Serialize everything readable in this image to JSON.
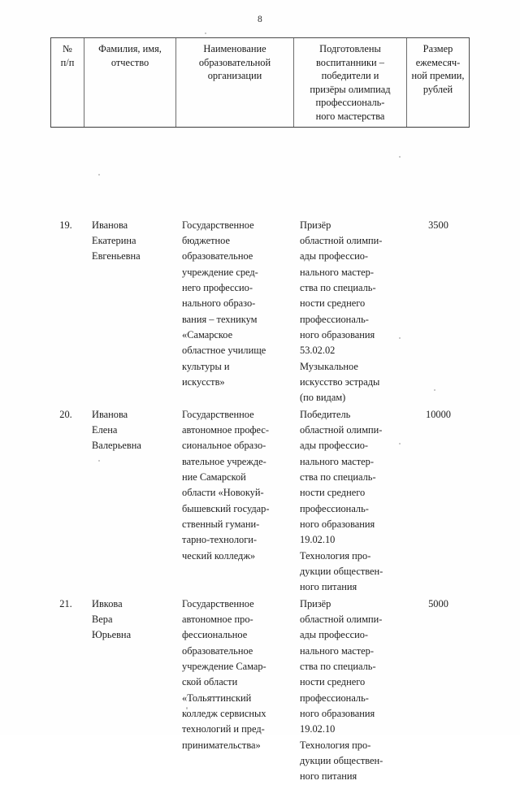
{
  "document": {
    "page_number": "8",
    "language": "ru"
  },
  "table": {
    "headers": [
      {
        "id": "num",
        "lines": [
          "№",
          "п/п"
        ]
      },
      {
        "id": "name",
        "lines": [
          "Фамилия, имя,",
          "отчество"
        ]
      },
      {
        "id": "organization",
        "lines": [
          "Наименование",
          "образовательной",
          "организации"
        ]
      },
      {
        "id": "achievement",
        "lines": [
          "Подготовлены",
          "воспитанники –",
          "победители и",
          "призёры олимпиад",
          "профессиональ-",
          "ного мастерства"
        ]
      },
      {
        "id": "amount",
        "lines": [
          "Размер",
          "ежемесяч-",
          "ной премии,",
          "рублей"
        ]
      }
    ],
    "rows": [
      {
        "num": "19.",
        "name_lines": [
          "Иванова",
          "Екатерина",
          "Евгеньевна"
        ],
        "org_lines": [
          "Государственное",
          "бюджетное",
          "образовательное",
          "учреждение сред-",
          "него профессио-",
          "нального образо-",
          "вания – техникум",
          "«Самарское",
          "областное училище",
          "культуры и",
          "искусств»"
        ],
        "achievement_lines": [
          "Призёр",
          "областной олимпи-",
          "ады профессио-",
          "нального мастер-",
          "ства по специаль-",
          "ности среднего",
          "профессиональ-",
          "ного образования",
          "53.02.02",
          "Музыкальное",
          "искусство эстрады",
          "(по видам)"
        ],
        "amount": "3500"
      },
      {
        "num": "20.",
        "name_lines": [
          "Иванова",
          "Елена",
          "Валерьевна"
        ],
        "org_lines": [
          "Государственное",
          "автономное профес-",
          "сиональное образо-",
          "вательное учрежде-",
          "ние Самарской",
          "области «Новокуй-",
          "бышевский государ-",
          "ственный гумани-",
          "тарно-технологи-",
          "ческий колледж»"
        ],
        "achievement_lines": [
          "Победитель",
          "областной олимпи-",
          "ады профессио-",
          "нального мастер-",
          "ства по специаль-",
          "ности среднего",
          "профессиональ-",
          "ного образования",
          "19.02.10",
          "Технология про-",
          "дукции обществен-",
          "ного питания"
        ],
        "amount": "10000"
      },
      {
        "num": "21.",
        "name_lines": [
          "Ивкова",
          "Вера",
          "Юрьевна"
        ],
        "org_lines": [
          "Государственное",
          "автономное про-",
          "фессиональное",
          "образовательное",
          "учреждение Самар-",
          "ской области",
          "«Тольяттинский",
          "колледж сервисных",
          "технологий и пред-",
          "принимательства»"
        ],
        "achievement_lines": [
          "Призёр",
          "областной олимпи-",
          "ады профессио-",
          "нального мастер-",
          "ства по специаль-",
          "ности среднего",
          "профессиональ-",
          "ного образования",
          "19.02.10",
          "Технология про-",
          "дукции обществен-",
          "ного питания"
        ],
        "amount": "5000"
      }
    ]
  }
}
